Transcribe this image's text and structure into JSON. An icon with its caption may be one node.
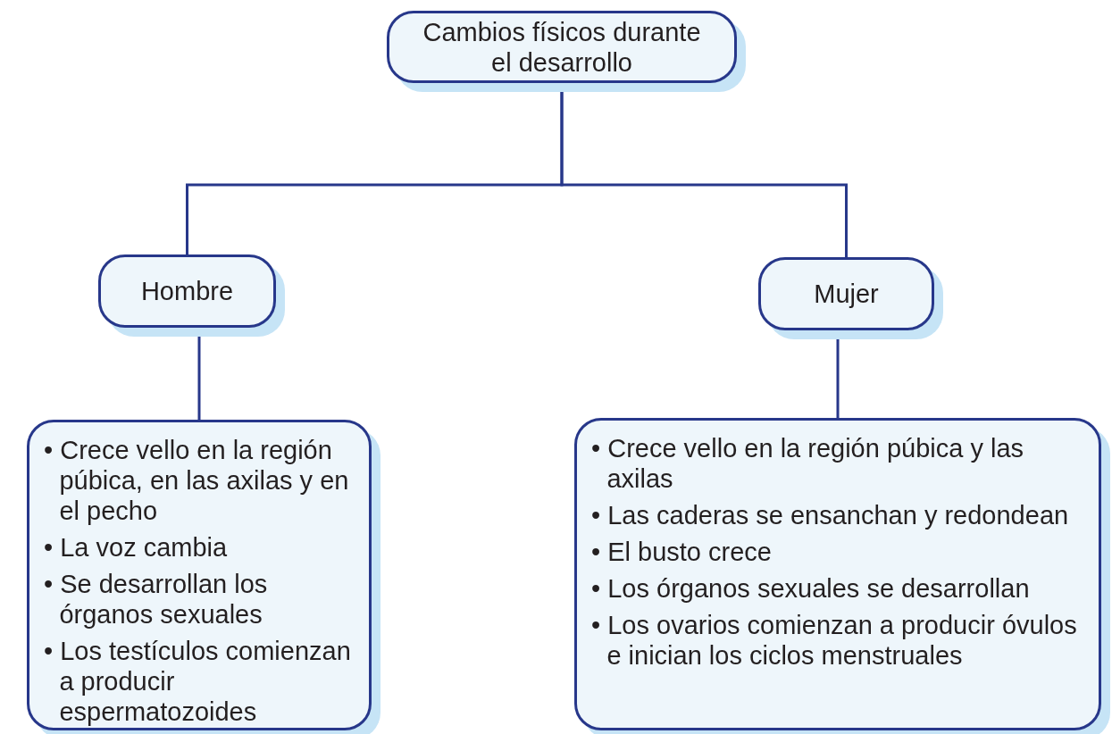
{
  "diagram": {
    "nodes": [
      {
        "text": [
          "Cambios físicos durante el desarrollo"
        ]
      },
      {
        "text": [
          "Hombre"
        ]
      },
      {
        "text": [
          "Mujer"
        ]
      },
      {
        "text": [
          "• Crece vello en la región púbica, en las axilas y en el pecho",
          "• La voz cambia",
          "• Se desarrollan los órganos sexuales",
          "• Los testículos comienzan a producir espermatozoides"
        ]
      },
      {
        "text": [
          "• Crece vello en la región púbica y las axilas",
          "• Las caderas se ensanchan y redondean",
          "• El busto crece",
          "• Los órganos sexuales se desarrollan",
          "• Los ovarios comienzan a producir óvulos e inician los ciclos menstruales"
        ]
      }
    ],
    "edges": [
      {
        "from": 0,
        "to": 1,
        "arrow": "none"
      },
      {
        "from": 0,
        "to": 2,
        "arrow": "none"
      },
      {
        "from": 1,
        "to": 3,
        "arrow": "none"
      },
      {
        "from": 2,
        "to": 4,
        "arrow": "none"
      }
    ]
  }
}
